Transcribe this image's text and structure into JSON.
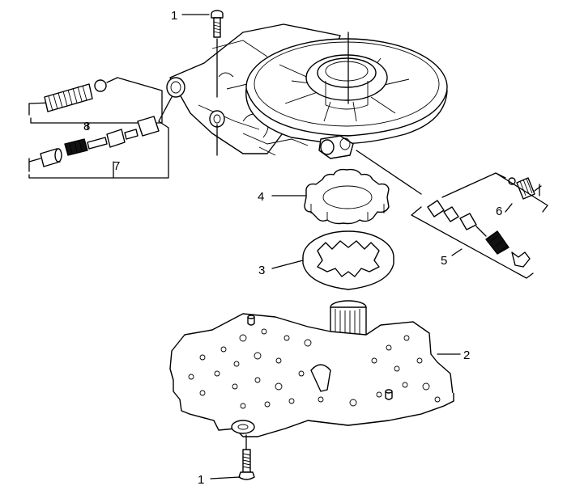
{
  "callouts": {
    "bolt_top": "1",
    "bolt_bottom": "1",
    "plate": "2",
    "outer_gear": "3",
    "inner_gear": "4",
    "valve_5": "5",
    "spring_6": "6",
    "valve_7": "7",
    "spring_8": "8"
  },
  "colors": {
    "line": "#000000",
    "fill": "#ffffff",
    "shade": "#d9d9d9"
  }
}
